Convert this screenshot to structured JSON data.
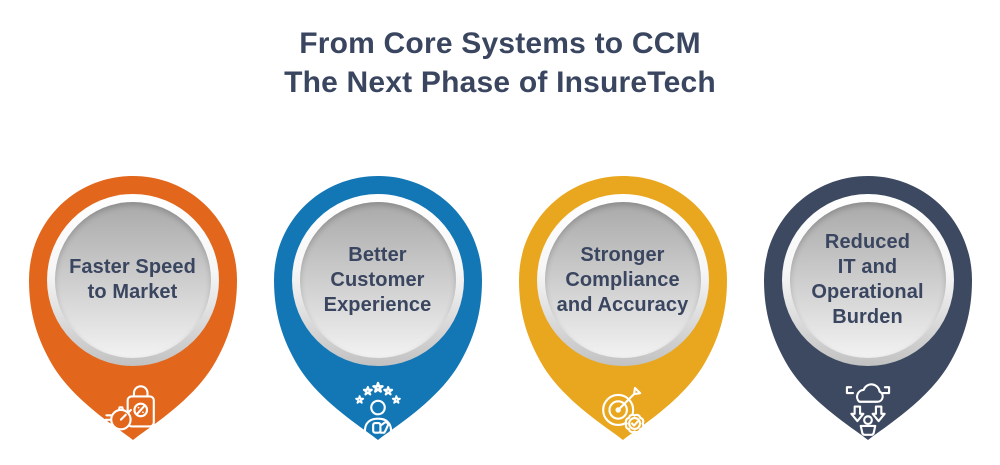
{
  "title": {
    "line1": "From Core Systems to CCM",
    "line2": "The Next Phase of InsureTech",
    "color": "#3A4660"
  },
  "pins": [
    {
      "id": "faster-speed-to-market",
      "color": "#E2661C",
      "label": "Faster Speed to Market",
      "lines": [
        "Faster Speed",
        "to Market"
      ],
      "icon": "bag-stopwatch-icon"
    },
    {
      "id": "better-customer-experience",
      "color": "#1377B6",
      "label": "Better Customer Experience",
      "lines": [
        "Better",
        "Customer",
        "Experience"
      ],
      "icon": "customer-thumbs-up-stars-icon"
    },
    {
      "id": "stronger-compliance-and-accuracy",
      "color": "#E9A71F",
      "label": "Stronger Compliance and Accuracy",
      "lines": [
        "Stronger",
        "Compliance",
        "and Accuracy"
      ],
      "icon": "target-arrow-check-icon"
    },
    {
      "id": "reduced-it-and-operational-burden",
      "color": "#3C4961",
      "label": "Reduced IT and Operational Burden",
      "lines": [
        "Reduced",
        "IT and",
        "Operational",
        "Burden"
      ],
      "icon": "cloud-offload-icon"
    }
  ],
  "text_color": "#3A4660",
  "background_color": "#FFFFFF"
}
